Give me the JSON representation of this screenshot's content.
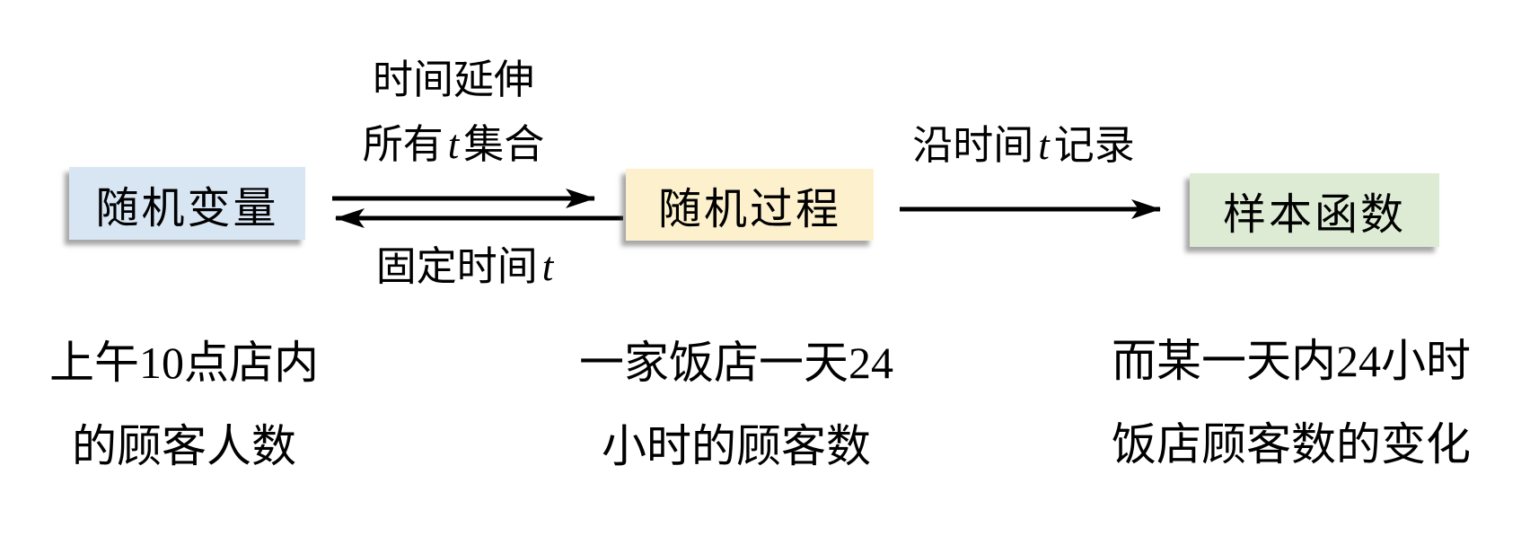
{
  "diagram": {
    "nodes": {
      "random_variable": {
        "label": "随机变量",
        "bg_color": "#d8e5f2"
      },
      "random_process": {
        "label": "随机过程",
        "bg_color": "#fdf0cd"
      },
      "sample_function": {
        "label": "样本函数",
        "bg_color": "#ddebd5"
      }
    },
    "transitions": {
      "rv_to_rp": {
        "label_line1": "时间延伸",
        "label_line2_pre": "所有",
        "label_line2_var": "t",
        "label_line2_post": "集合"
      },
      "rp_to_rv": {
        "label_pre": "固定时间",
        "label_var": "t"
      },
      "rp_to_sf": {
        "label_pre": "沿时间",
        "label_var": "t",
        "label_post": "记录"
      }
    },
    "examples": {
      "random_variable_line1": "上午10点店内",
      "random_variable_line2": "的顾客人数",
      "random_process_line1": "一家饭店一天24",
      "random_process_line2": "小时的顾客数",
      "sample_function_line1": "而某一天内24小时",
      "sample_function_line2": "饭店顾客数的变化"
    },
    "colors": {
      "background": "#ffffff",
      "text": "#000000",
      "arrow": "#000000",
      "box_blue": "#d8e5f2",
      "box_yellow": "#fdf0cd",
      "box_green": "#ddebd5"
    }
  }
}
